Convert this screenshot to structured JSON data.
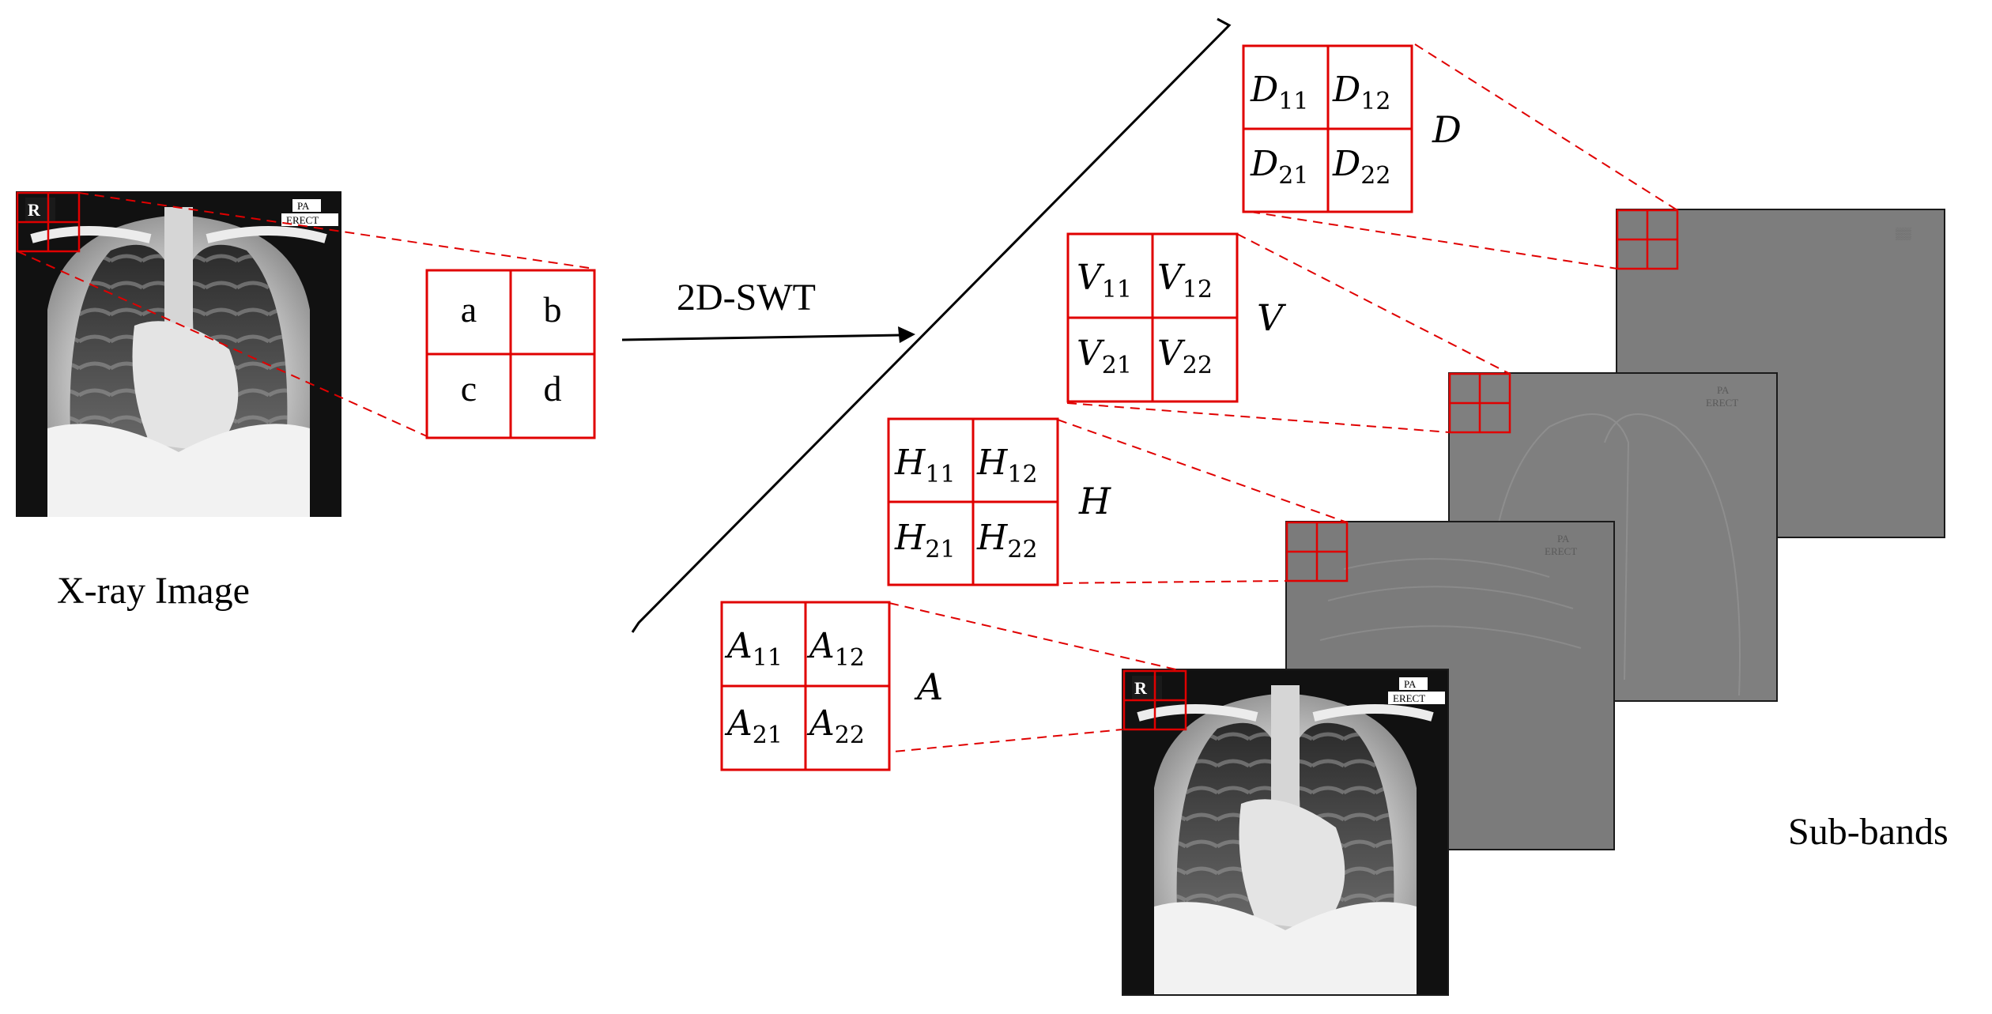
{
  "xray_caption": "X-ray Image",
  "xray_markers": {
    "side": "R",
    "view": "PA",
    "position": "ERECT"
  },
  "transform_label": "2D-SWT",
  "source_grid": {
    "cells": [
      "a",
      "b",
      "c",
      "d"
    ]
  },
  "subbands_caption": "Sub-bands",
  "bands": {
    "A": {
      "label": "A",
      "cells": [
        [
          "A",
          "11"
        ],
        [
          "A",
          "12"
        ],
        [
          "A",
          "21"
        ],
        [
          "A",
          "22"
        ]
      ]
    },
    "H": {
      "label": "H",
      "cells": [
        [
          "H",
          "11"
        ],
        [
          "H",
          "12"
        ],
        [
          "H",
          "21"
        ],
        [
          "H",
          "22"
        ]
      ]
    },
    "V": {
      "label": "V",
      "cells": [
        [
          "V",
          "11"
        ],
        [
          "V",
          "12"
        ],
        [
          "V",
          "21"
        ],
        [
          "V",
          "22"
        ]
      ]
    },
    "D": {
      "label": "D",
      "cells": [
        [
          "D",
          "11"
        ],
        [
          "D",
          "12"
        ],
        [
          "D",
          "21"
        ],
        [
          "D",
          "22"
        ]
      ]
    }
  },
  "colors": {
    "highlight": "#e00000",
    "subband_gray": "#7d7d7d",
    "line": "#000000"
  }
}
